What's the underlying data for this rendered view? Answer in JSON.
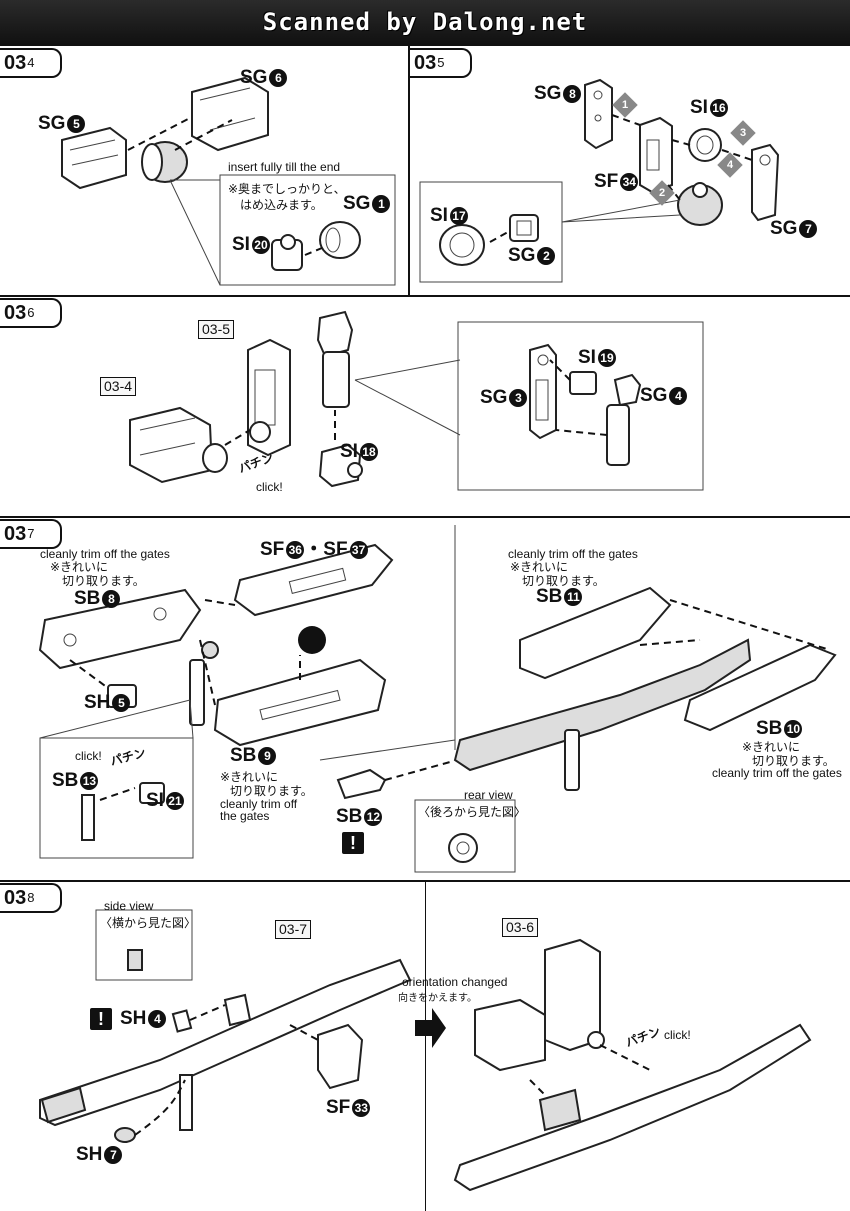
{
  "banner": {
    "text": "Scanned by Dalong.net"
  },
  "steps": {
    "s034": {
      "main": "03",
      "sub": "4"
    },
    "s035": {
      "main": "03",
      "sub": "5"
    },
    "s036": {
      "main": "03",
      "sub": "6"
    },
    "s037": {
      "main": "03",
      "sub": "7"
    },
    "s038": {
      "main": "03",
      "sub": "8"
    }
  },
  "refs": {
    "r035": "03-5",
    "r034": "03-4",
    "r037": "03-7",
    "r036": "03-6"
  },
  "parts": {
    "sg5": {
      "code": "SG",
      "num": "5"
    },
    "sg6": {
      "code": "SG",
      "num": "6"
    },
    "sg1": {
      "code": "SG",
      "num": "1"
    },
    "si20": {
      "code": "SI",
      "num": "20"
    },
    "sg8": {
      "code": "SG",
      "num": "8"
    },
    "si16": {
      "code": "SI",
      "num": "16"
    },
    "sf34": {
      "code": "SF",
      "num": "34"
    },
    "sg7": {
      "code": "SG",
      "num": "7"
    },
    "si17": {
      "code": "SI",
      "num": "17"
    },
    "sg2": {
      "code": "SG",
      "num": "2"
    },
    "si18": {
      "code": "SI",
      "num": "18"
    },
    "si19": {
      "code": "SI",
      "num": "19"
    },
    "sg3": {
      "code": "SG",
      "num": "3"
    },
    "sg4": {
      "code": "SG",
      "num": "4"
    },
    "sf3637": {
      "code": "SF",
      "num": "36",
      "code2": "SF",
      "num2": "37"
    },
    "sb8": {
      "code": "SB",
      "num": "8"
    },
    "sh5": {
      "code": "SH",
      "num": "5"
    },
    "sb9": {
      "code": "SB",
      "num": "9"
    },
    "sb13": {
      "code": "SB",
      "num": "13"
    },
    "si21": {
      "code": "SI",
      "num": "21"
    },
    "sb11": {
      "code": "SB",
      "num": "11"
    },
    "sb10": {
      "code": "SB",
      "num": "10"
    },
    "sb12": {
      "code": "SB",
      "num": "12"
    },
    "sh4": {
      "code": "SH",
      "num": "4"
    },
    "sf33": {
      "code": "SF",
      "num": "33"
    },
    "sh7": {
      "code": "SH",
      "num": "7"
    }
  },
  "notes": {
    "insert_en": "insert fully till the end",
    "insert_jp1": "※奥までしっかりと、",
    "insert_jp2": "はめ込みます。",
    "click_jp": "パチン",
    "click_en": "click!",
    "trim_en": "cleanly trim off the gates",
    "trim_jp1": "※きれいに",
    "trim_jp2": "切り取ります。",
    "trim_en_a": "cleanly trim off",
    "trim_en_b": "the gates",
    "rear_en": "rear view",
    "rear_jp": "〈後ろから見た図〉",
    "side_en": "side view",
    "side_jp": "〈横から見た図〉",
    "orient_en": "orientation changed",
    "orient_jp": "向きをかえます。"
  },
  "order_markers": [
    "1",
    "2",
    "3",
    "4"
  ],
  "warning_mark": "!"
}
